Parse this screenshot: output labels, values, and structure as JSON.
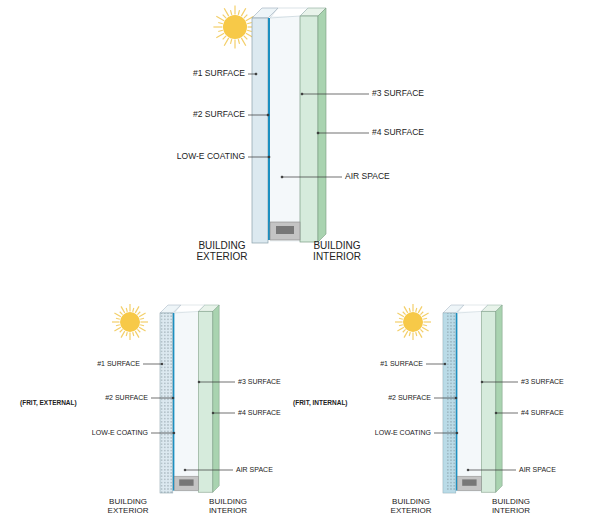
{
  "diagram": {
    "labels": [
      "#1 SURFACE",
      "#2 SURFACE",
      "LOW-E COATING",
      "#3 SURFACE",
      "#4 SURFACE",
      "AIR SPACE",
      "BUILDING EXTERIOR",
      "BUILDING INTERIOR",
      "#1 SURFACE",
      "(FRIT, EXTERNAL)",
      "#2 SURFACE",
      "LOW-E COATING",
      "#3 SURFACE",
      "#4 SURFACE",
      "AIR SPACE",
      "BUILDING EXTERIOR",
      "BUILDING INTERIOR",
      "#1 SURFACE",
      "(FRIT, INTERNAL)",
      "#2 SURFACE",
      "LOW-E COATING",
      "#3 SURFACE",
      "#4 SURFACE",
      "AIR SPACE",
      "BUILDING EXTERIOR",
      "BUILDING INTERIOR"
    ]
  }
}
